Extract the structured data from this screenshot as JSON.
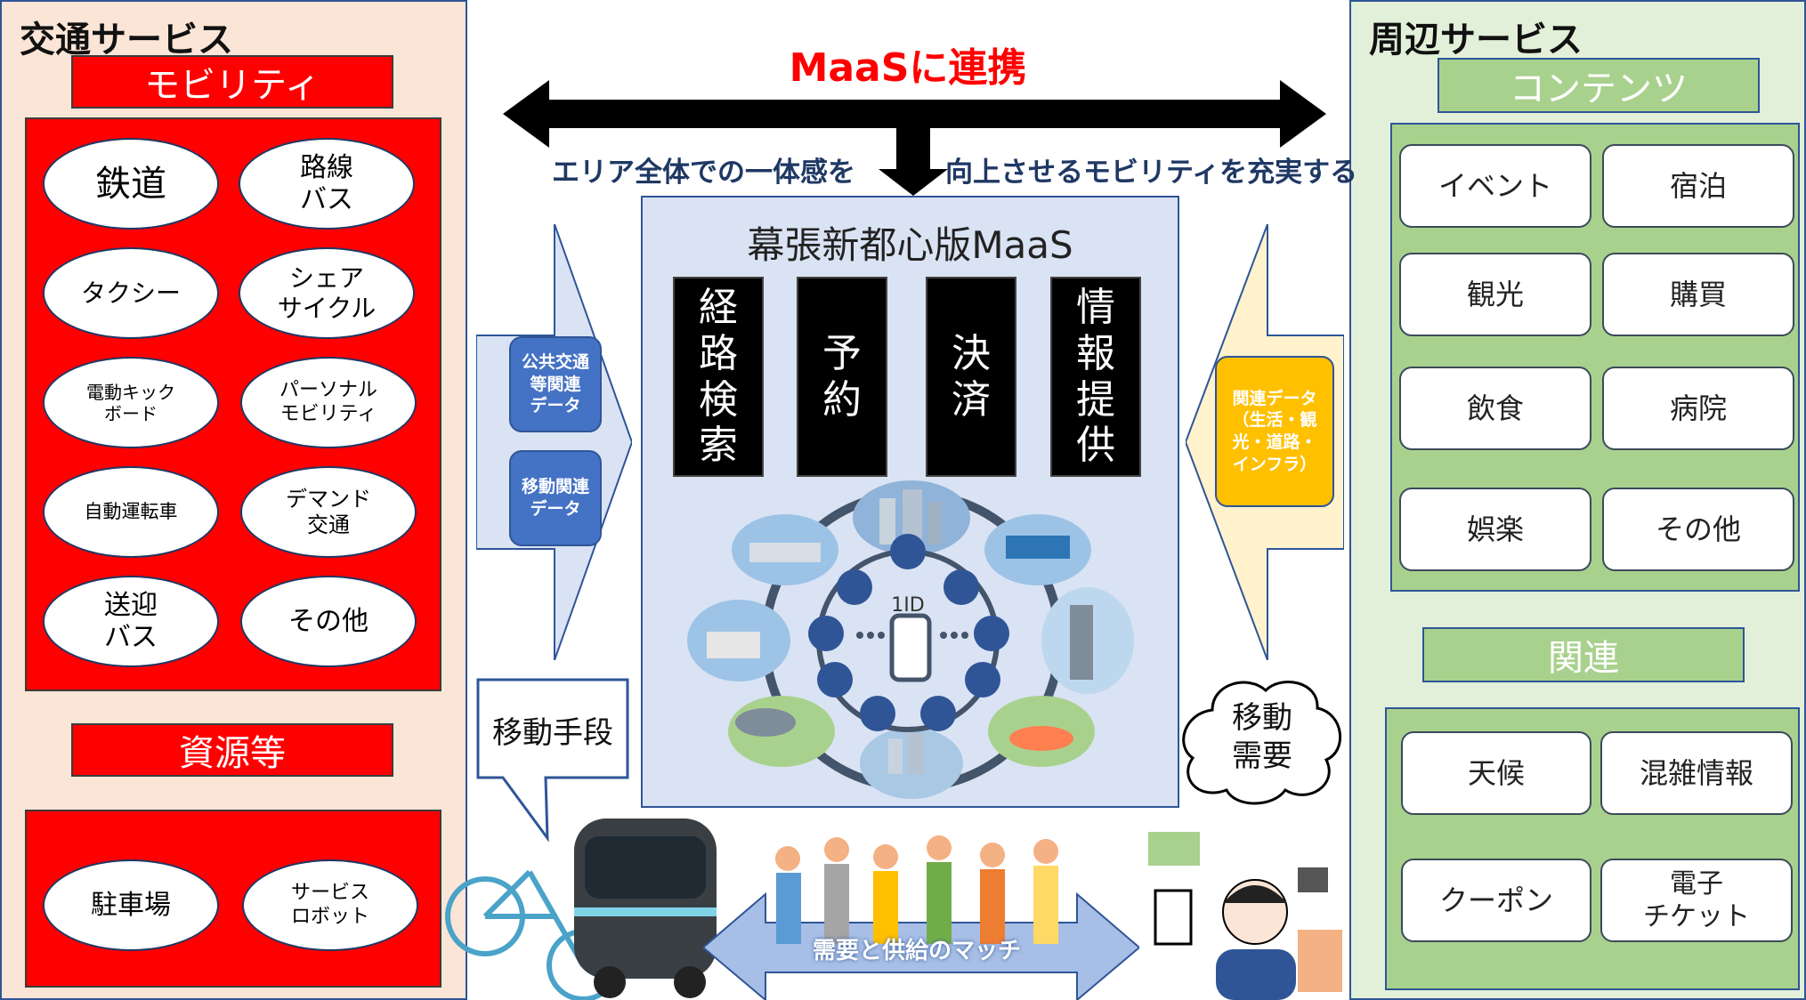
{
  "left": {
    "title": "交通サービス",
    "mobility": {
      "label": "モビリティ",
      "items": [
        "鉄道",
        "路線\nバス",
        "タクシー",
        "シェア\nサイクル",
        "電動キック\nボード",
        "パーソナル\nモビリティ",
        "自動運転車",
        "デマンド\n交通",
        "送迎\nバス",
        "その他"
      ]
    },
    "resources": {
      "label": "資源等",
      "items": [
        "駐車場",
        "サービス\nロボット"
      ]
    }
  },
  "right": {
    "title": "周辺サービス",
    "contents": {
      "label": "コンテンツ",
      "items": [
        "イベント",
        "宿泊",
        "観光",
        "購買",
        "飲食",
        "病院",
        "娯楽",
        "その他"
      ]
    },
    "related": {
      "label": "関連",
      "items": [
        "天候",
        "混雑情報",
        "クーポン",
        "電子\nチケット"
      ]
    }
  },
  "header": {
    "maas_link": "MaaSに連携",
    "subtitle_left": "エリア全体での一体感を",
    "subtitle_right": "向上させるモビリティを充実する"
  },
  "center": {
    "title": "幕張新都心版MaaS",
    "functions": [
      "経\n路\n検\n索",
      "予\n約",
      "決\n済",
      "情\n報\n提\n供"
    ],
    "hub_label": "1ID"
  },
  "left_inputs": [
    "公共交通\n等関連\nデータ",
    "移動関連\nデータ"
  ],
  "right_input": "関連データ\n（生活・観\n光・道路・\nインフラ）",
  "bubbles": {
    "transport": "移動手段",
    "demand": "移動\n需要"
  },
  "bottom": {
    "match": "需要と供給のマッチ"
  },
  "colors": {
    "red": "#ff0000",
    "green": "#a9d18e",
    "navy": "#1f3864",
    "blue": "#4472c4",
    "orange": "#ffc000",
    "maas_red": "#ff0000"
  }
}
